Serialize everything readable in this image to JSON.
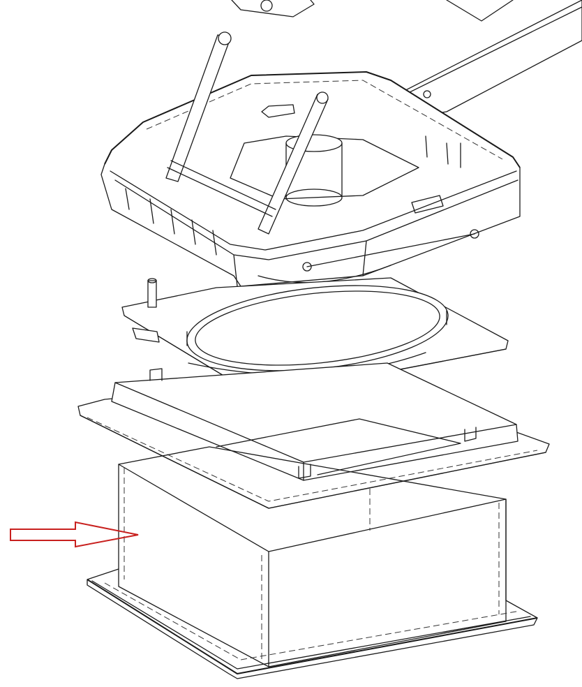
{
  "drawing": {
    "subject": "exploded-view-roof-vent",
    "parts": [
      "top-lid",
      "lift-arms",
      "fan-housing",
      "ring-plate",
      "mounting-frame",
      "extension-box"
    ],
    "line_color": "#1a1a1a",
    "background": "#ffffff"
  },
  "indicator": {
    "icon": "arrow-right-icon",
    "color": "#c8201e"
  }
}
